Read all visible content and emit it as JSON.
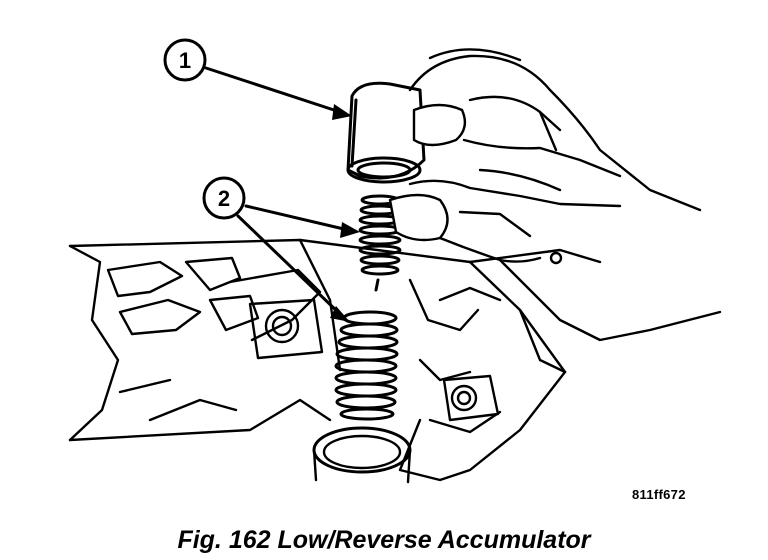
{
  "figure": {
    "callouts": [
      {
        "number": "1",
        "target": "accumulator-piston"
      },
      {
        "number": "2",
        "target": "accumulator-springs"
      }
    ],
    "ref_code": "811ff672",
    "caption": "Fig. 162 Low/Reverse Accumulator"
  }
}
